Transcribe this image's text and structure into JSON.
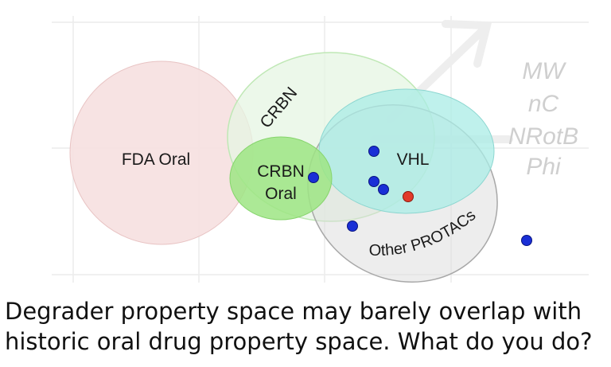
{
  "diagram": {
    "regions": {
      "fda_oral": "FDA Oral",
      "crbn": "CRBN",
      "crbn_oral_line1": "CRBN",
      "crbn_oral_line2": "Oral",
      "vhl": "VHL",
      "other_protacs": "Other PROTACs"
    },
    "axis_labels": [
      "MW",
      "nC",
      "NRotB",
      "Phi"
    ],
    "colors": {
      "fda_oral": "#f7e1e1",
      "crbn": "#e6f6e3",
      "crbn_oral": "#9ee584",
      "vhl": "#a9ece6",
      "other_protacs": "#dcdcdc",
      "point_blue": "#1a2fd6",
      "point_red": "#e23a2a"
    },
    "points": [
      {
        "color": "blue"
      },
      {
        "color": "blue"
      },
      {
        "color": "blue"
      },
      {
        "color": "blue"
      },
      {
        "color": "red"
      },
      {
        "color": "blue"
      },
      {
        "color": "blue"
      }
    ]
  },
  "caption": {
    "line1": "Degrader property space may barely overlap with",
    "line2": "historic oral drug property space. What do you do?"
  }
}
